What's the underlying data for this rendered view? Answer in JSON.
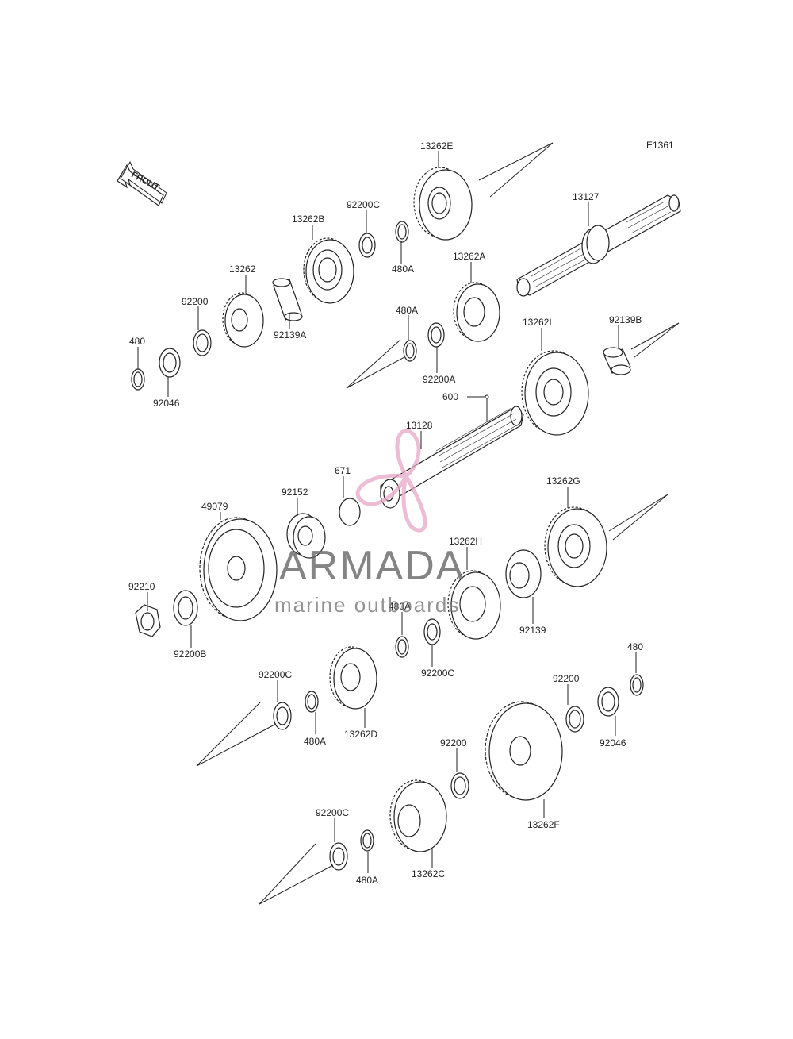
{
  "diagram_code": "E1361",
  "front_label": "FRONT",
  "watermark": {
    "title": "ARMADA",
    "subtitle": "marine outboards",
    "brand_color": "#e8a8c8"
  },
  "labels": {
    "p13262E": "13262E",
    "p13127": "13127",
    "p92200C_top": "92200C",
    "p13262B": "13262B",
    "p13262": "13262",
    "p92200_top": "92200",
    "p480_top": "480",
    "p92046_top": "92046",
    "p92139A": "92139A",
    "p480A_top": "480A",
    "p13262A": "13262A",
    "p480A_mid": "480A",
    "p92200A": "92200A",
    "p13262I": "13262I",
    "p92139B": "92139B",
    "p600": "600",
    "p13128": "13128",
    "p671": "671",
    "p92152": "92152",
    "p49079": "49079",
    "p13262G": "13262G",
    "p13262H": "13262H",
    "p92139": "92139",
    "p92210": "92210",
    "p92200B": "92200B",
    "p480A_low": "480A",
    "p92200C_mid": "92200C",
    "p92200C_left": "92200C",
    "p480A_left": "480A",
    "p13262D": "13262D",
    "p92200_right": "92200",
    "p480_right": "480",
    "p92046_right": "92046",
    "p92200_low": "92200",
    "p13262F": "13262F",
    "p92200C_bottom": "92200C",
    "p480A_bottom": "480A",
    "p13262C": "13262C"
  }
}
